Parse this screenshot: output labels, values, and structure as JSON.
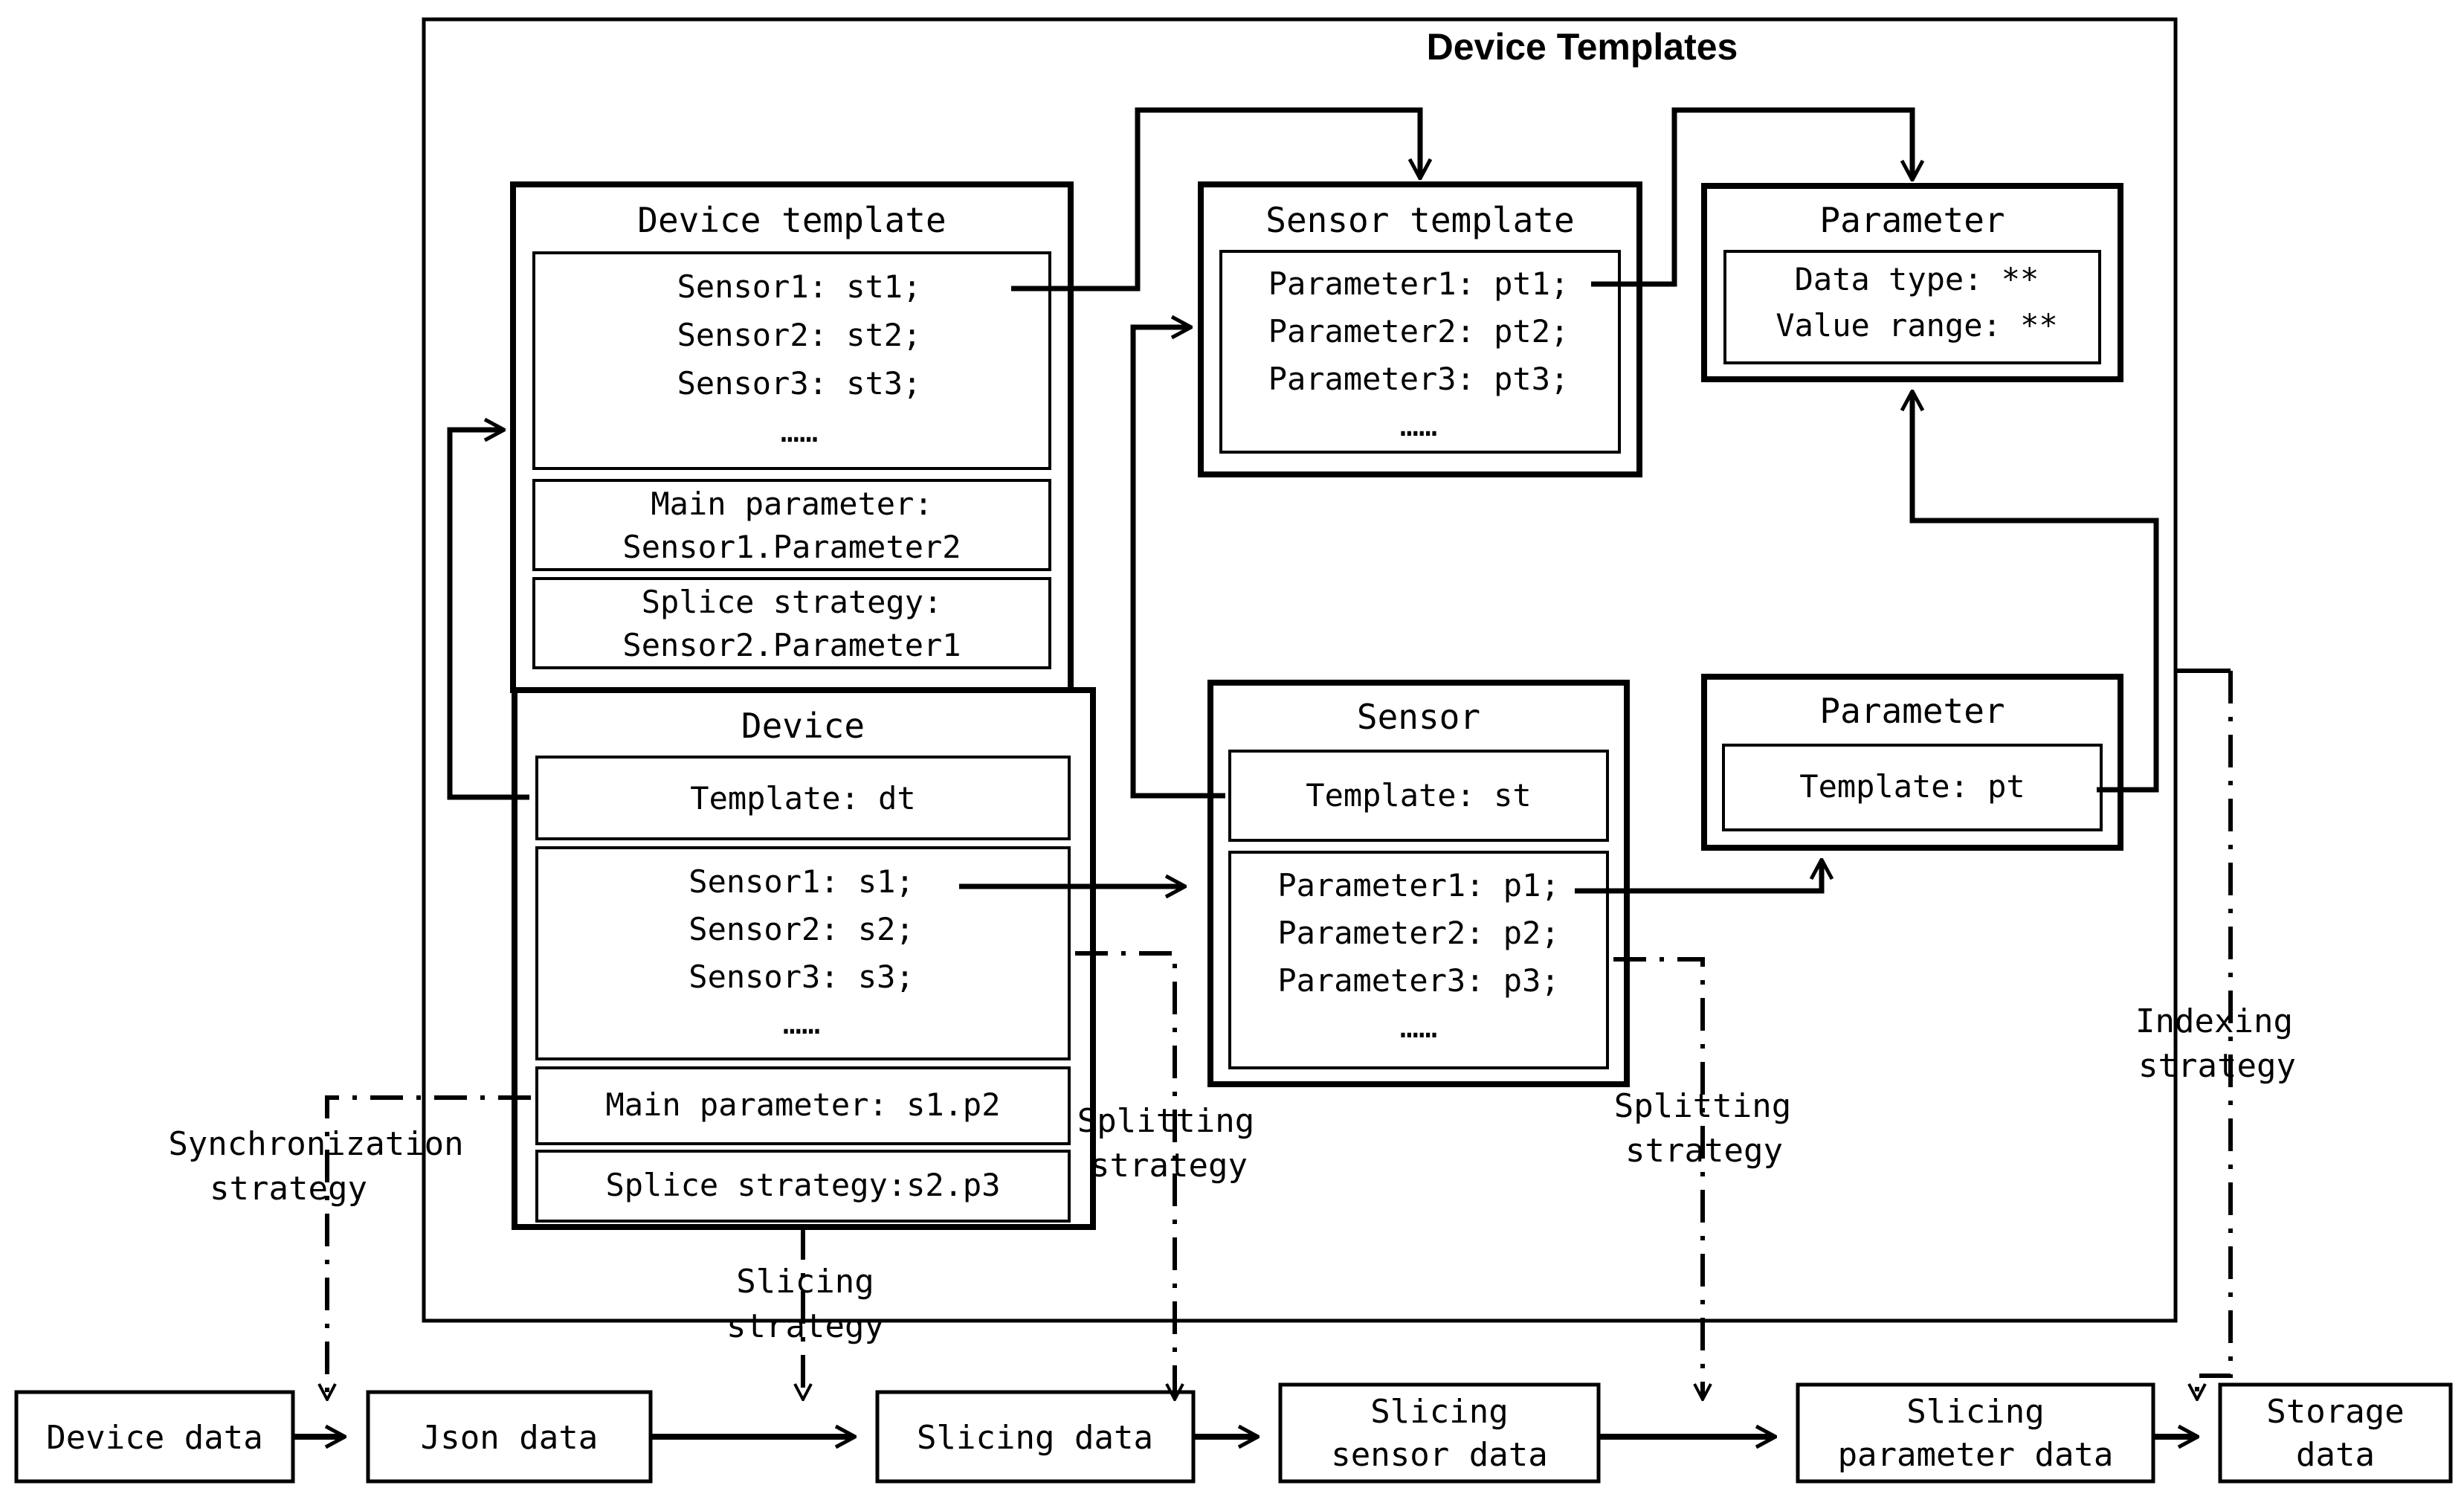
{
  "diagram": {
    "title": "Device Templates",
    "outer_frame": {
      "name": "device-templates-frame"
    }
  },
  "templates": {
    "device_template": {
      "header": "Device template",
      "sensors": [
        "Sensor1: st1;",
        "Sensor2: st2;",
        "Sensor3: st3;",
        "……"
      ],
      "main_parameter_label": "Main parameter:",
      "main_parameter_value": "Sensor1.Parameter2",
      "splice_strategy_label": "Splice strategy:",
      "splice_strategy_value": "Sensor2.Parameter1"
    },
    "sensor_template": {
      "header": "Sensor template",
      "parameters": [
        "Parameter1: pt1;",
        "Parameter2: pt2;",
        "Parameter3: pt3;",
        "……"
      ]
    },
    "parameter_template": {
      "header": "Parameter",
      "fields": [
        "Data type: **",
        "Value range: **"
      ]
    }
  },
  "instances": {
    "device": {
      "header": "Device",
      "template": "Template: dt",
      "sensors": [
        "Sensor1: s1;",
        "Sensor2: s2;",
        "Sensor3: s3;",
        "……"
      ],
      "main_parameter": "Main parameter: s1.p2",
      "splice_strategy": "Splice strategy:s2.p3"
    },
    "sensor": {
      "header": "Sensor",
      "template": "Template: st",
      "parameters": [
        "Parameter1: p1;",
        "Parameter2: p2;",
        "Parameter3: p3;",
        "……"
      ]
    },
    "parameter": {
      "header": "Parameter",
      "template": "Template: pt"
    }
  },
  "strategies": {
    "synchronization": {
      "line1": "Synchronization",
      "line2": "strategy"
    },
    "slicing": {
      "line1": "Slicing",
      "line2": "strategy"
    },
    "splitting_left": {
      "line1": "Splitting",
      "line2": "strategy"
    },
    "splitting_right": {
      "line1": "Splitting",
      "line2": "strategy"
    },
    "indexing": {
      "line1": "Indexing",
      "line2": "strategy"
    }
  },
  "pipeline": {
    "nodes": [
      {
        "id": "device-data",
        "line1": "Device data",
        "line2": ""
      },
      {
        "id": "json-data",
        "line1": "Json data",
        "line2": ""
      },
      {
        "id": "slicing-data",
        "line1": "Slicing data",
        "line2": ""
      },
      {
        "id": "slicing-sensor-data",
        "line1": "Slicing",
        "line2": "sensor data"
      },
      {
        "id": "slicing-parameter-data",
        "line1": "Slicing",
        "line2": "parameter data"
      },
      {
        "id": "storage-data",
        "line1": "Storage",
        "line2": "data"
      }
    ]
  },
  "colors": {
    "stroke": "#000000",
    "background": "#ffffff"
  }
}
